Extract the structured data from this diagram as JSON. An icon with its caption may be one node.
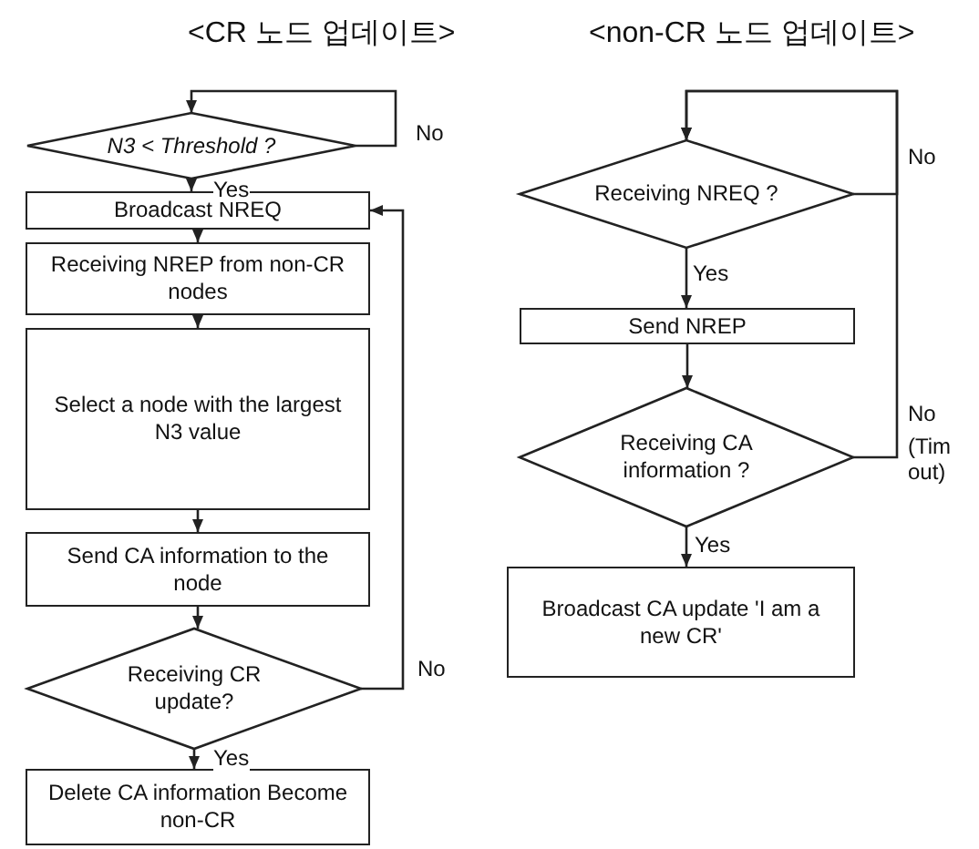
{
  "diagram": {
    "nodes": [
      {
        "text": [
          "N3 < Threshold ?"
        ]
      },
      {
        "text": [
          "Broadcast NREQ"
        ]
      },
      {
        "text": [
          "Receiving NREP from non-CR nodes"
        ]
      },
      {
        "text": [
          "Select a node with the largest N3 value"
        ]
      },
      {
        "text": [
          "Send CA information to the node"
        ]
      },
      {
        "text": [
          "Receiving CR update?"
        ]
      },
      {
        "text": [
          "Delete CA information Become non-CR"
        ]
      },
      {
        "text": [
          "Receiving NREQ ?"
        ]
      },
      {
        "text": [
          "Send NREP"
        ]
      },
      {
        "text": [
          "Receiving CA information ?"
        ]
      },
      {
        "text": [
          "Broadcast CA update 'I am a new CR'"
        ]
      }
    ],
    "edges": [
      {
        "from": 0,
        "to": 0,
        "arrow": "to",
        "label": "No"
      },
      {
        "from": 0,
        "to": 1,
        "arrow": "to",
        "label": "Yes"
      },
      {
        "from": 1,
        "to": 2,
        "arrow": "to"
      },
      {
        "from": 2,
        "to": 3,
        "arrow": "to"
      },
      {
        "from": 3,
        "to": 4,
        "arrow": "to"
      },
      {
        "from": 4,
        "to": 5,
        "arrow": "to"
      },
      {
        "from": 5,
        "to": 1,
        "arrow": "to",
        "label": "No"
      },
      {
        "from": 5,
        "to": 6,
        "arrow": "to",
        "label": "Yes"
      },
      {
        "from": 7,
        "to": 7,
        "arrow": "to",
        "label": "No"
      },
      {
        "from": 7,
        "to": 8,
        "arrow": "to",
        "label": "Yes"
      },
      {
        "from": 8,
        "to": 9,
        "arrow": "to"
      },
      {
        "from": 9,
        "to": 7,
        "arrow": "to",
        "label": "No"
      },
      {
        "from": 9,
        "to": 10,
        "arrow": "to",
        "label": "Yes"
      }
    ],
    "labels": [
      "<CR 노드 업데이트>",
      "<non-CR 노드 업데이트>",
      "(Tim out)"
    ]
  }
}
